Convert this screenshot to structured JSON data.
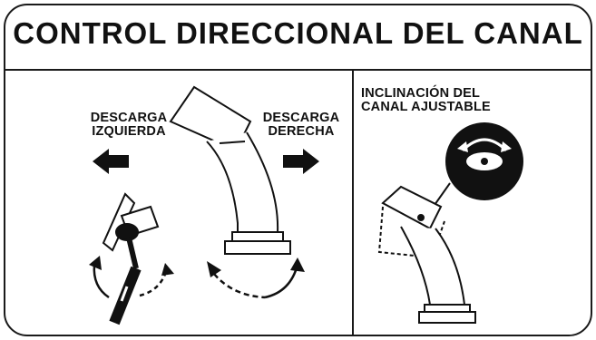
{
  "title": "CONTROL DIRECCIONAL DEL CANAL",
  "left_panel": {
    "discharge_left": {
      "line1": "DESCARGA",
      "line2": "IZQUIERDA",
      "icon": "arrow-left-icon"
    },
    "discharge_right": {
      "line1": "DESCARGA",
      "line2": "DERECHA",
      "icon": "arrow-right-icon"
    }
  },
  "right_panel": {
    "tilt_label": {
      "line1": "INCLINACIÓN DEL",
      "line2": "CANAL AJUSTABLE"
    },
    "tilt_icon": "rotate-knob-icon"
  },
  "colors": {
    "ink": "#111111",
    "background": "#ffffff"
  }
}
